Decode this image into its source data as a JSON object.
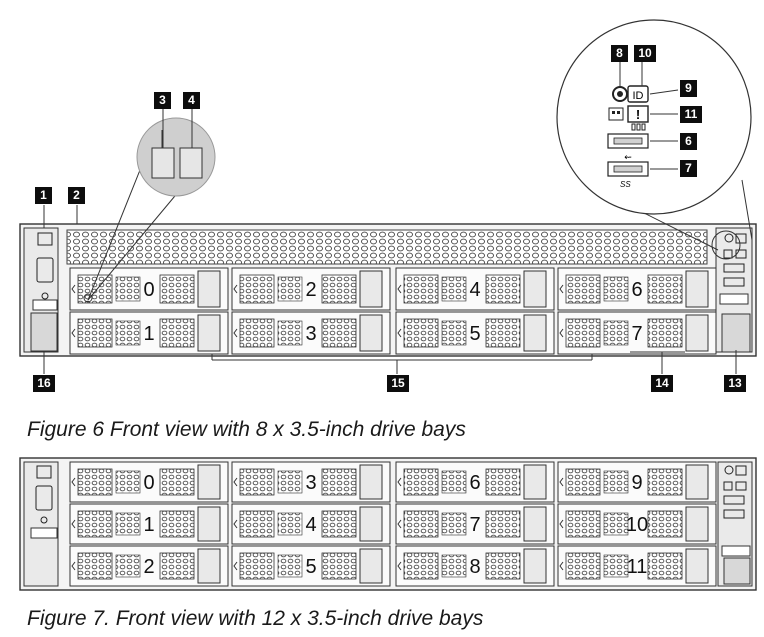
{
  "figure6": {
    "caption": "Figure 6 Front view with 8 x 3.5-inch drive bays",
    "callouts": [
      "1",
      "2",
      "3",
      "4",
      "6",
      "7",
      "8",
      "9",
      "10",
      "11",
      "13",
      "14",
      "15",
      "16"
    ],
    "bay_numbers": [
      "0",
      "1",
      "2",
      "3",
      "4",
      "5",
      "6",
      "7"
    ]
  },
  "figure7": {
    "caption": "Figure 7. Front view with 12 x 3.5-inch drive bays",
    "bay_numbers": [
      "0",
      "1",
      "2",
      "3",
      "4",
      "5",
      "6",
      "7",
      "8",
      "9",
      "10",
      "11"
    ]
  },
  "id_button_label": "ID",
  "usb_label": "SS"
}
